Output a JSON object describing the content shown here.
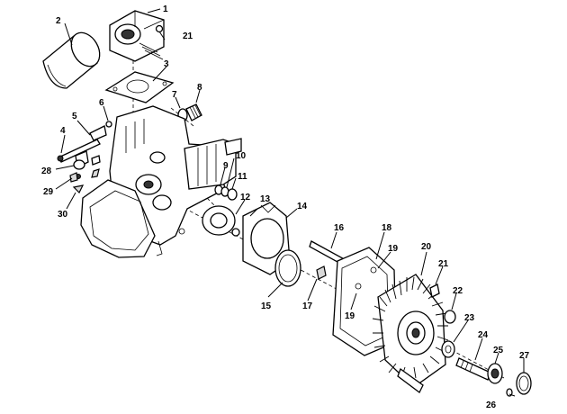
{
  "callouts": [
    "1",
    "2",
    "3",
    "4",
    "5",
    "6",
    "7",
    "8",
    "9",
    "10",
    "11",
    "12",
    "13",
    "14",
    "15",
    "16",
    "17",
    "18",
    "19",
    "19",
    "20",
    "21",
    "21",
    "22",
    "23",
    "24",
    "25",
    "26",
    "27",
    "28",
    "29",
    "30"
  ]
}
